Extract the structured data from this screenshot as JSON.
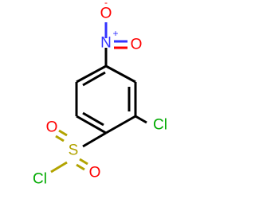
{
  "molecule": {
    "atoms": {
      "nitro_o_top": {
        "label": "O",
        "charge": "-"
      },
      "nitro_n": {
        "label": "N",
        "charge": "+"
      },
      "nitro_o_right": {
        "label": "O"
      },
      "ring_cl": {
        "label": "Cl"
      },
      "sulfonyl_s": {
        "label": "S"
      },
      "sulfonyl_o_top": {
        "label": "O"
      },
      "sulfonyl_o_bottom": {
        "label": "O"
      },
      "sulfonyl_cl": {
        "label": "Cl"
      }
    }
  },
  "colors": {
    "carbon_bond": "#000000",
    "nitrogen": "#3333ff",
    "oxygen": "#ff0000",
    "chlorine": "#00aa00",
    "sulfur": "#b2a300"
  }
}
